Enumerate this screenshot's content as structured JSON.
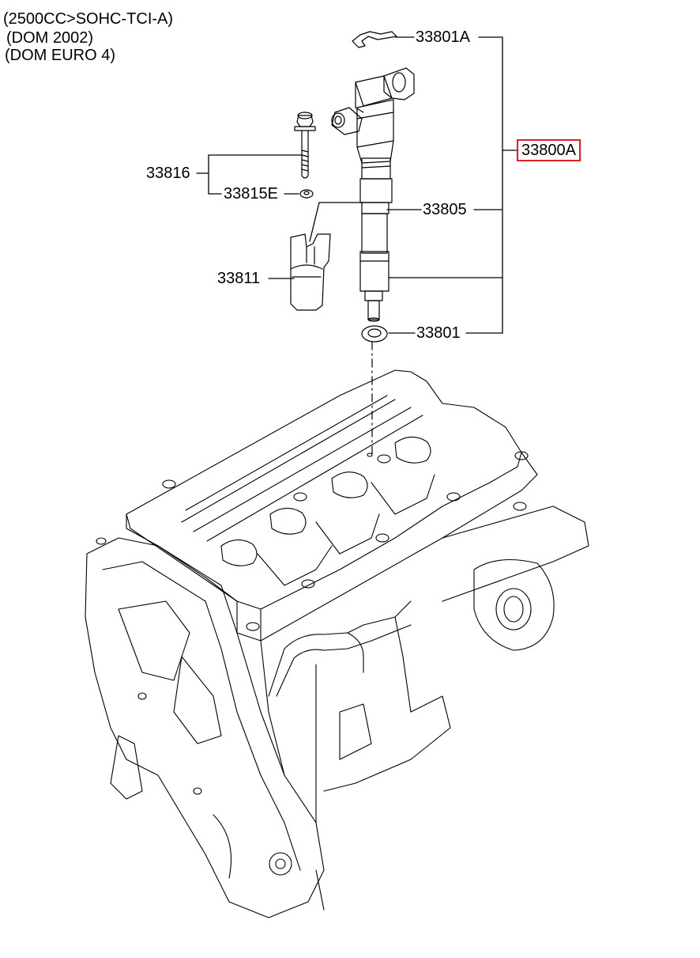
{
  "header": {
    "line1": "(2500CC>SOHC-TCI-A)",
    "line2": "(DOM 2002)",
    "line3": "(DOM EURO 4)"
  },
  "parts": {
    "p33801A": "33801A",
    "p33800A": "33800A",
    "p33816": "33816",
    "p33815E": "33815E",
    "p33805": "33805",
    "p33811": "33811",
    "p33801": "33801"
  },
  "colors": {
    "highlight_border": "#e0202a",
    "line": "#000000"
  }
}
